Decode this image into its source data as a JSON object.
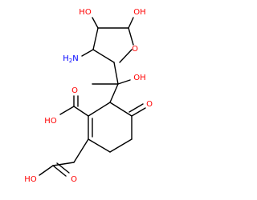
{
  "molecule": {
    "atoms": {
      "oh_top_left": "HO",
      "oh_top_right": "OH",
      "ring_oxygen": "O",
      "amine": "H2N",
      "side_chain_oh": "OH",
      "acid_oh_upper": "HO",
      "acid_carbonyl_o_upper": "O",
      "ketone_o": "O",
      "acid_oh_lower": "HO",
      "acid_carbonyl_o_lower": "O"
    },
    "amine_parts": {
      "h": "H",
      "sub": "2",
      "n": "N"
    }
  },
  "colors": {
    "bond": "#000000",
    "heteroatom": "#ff0000",
    "nitrogen": "#0000ff"
  }
}
